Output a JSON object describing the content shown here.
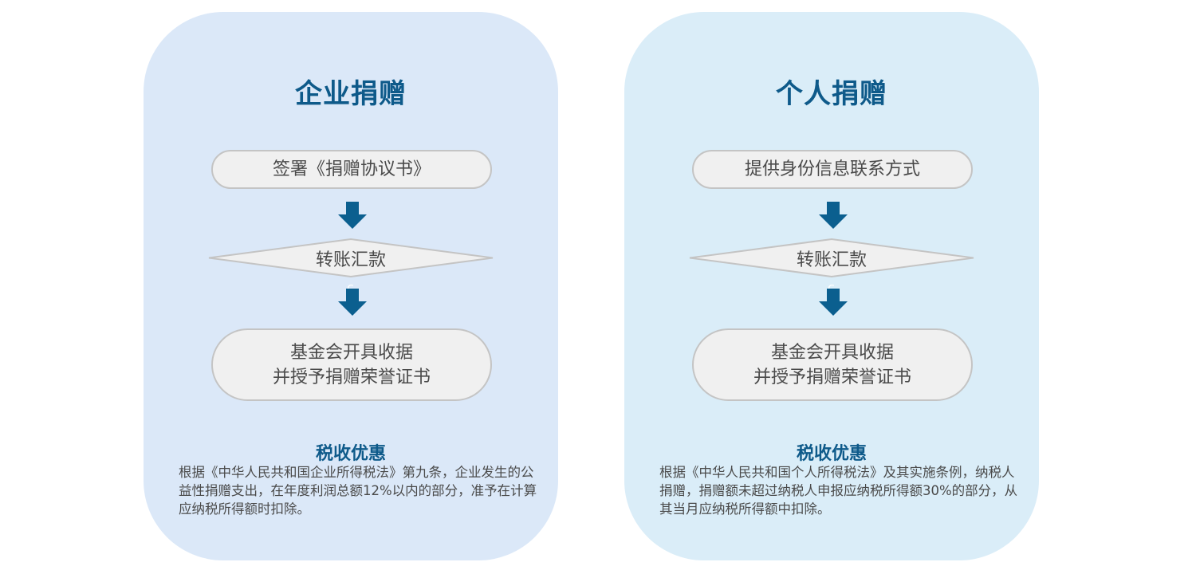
{
  "panels": {
    "corporate": {
      "title": "企业捐赠",
      "step1": "签署《捐赠协议书》",
      "step2": "转账汇款",
      "step3_line1": "基金会开具收据",
      "step3_line2": "并授予捐赠荣誉证书",
      "tax_title": "税收优惠",
      "tax_body": "根据《中华人民共和国企业所得税法》第九条，企业发生的公益性捐赠支出，在年度利润总额12%以内的部分，准予在计算应纳税所得额时扣除。"
    },
    "individual": {
      "title": "个人捐赠",
      "step1": "提供身份信息联系方式",
      "step2": "转账汇款",
      "step3_line1": "基金会开具收据",
      "step3_line2": "并授予捐赠荣誉证书",
      "tax_title": "税收优惠",
      "tax_body": "根据《中华人民共和国个人所得税法》及其实施条例，纳税人捐赠，捐赠额未超过纳税人申报应纳税所得额30%的部分，从其当月应纳税所得额中扣除。"
    }
  },
  "colors": {
    "title": "#0e5a8a",
    "arrow": "#0b5f8f",
    "left_panel": "#dbe8f8",
    "right_panel": "#daedf8",
    "node_fill": "#f0f0f0",
    "node_border": "#c4c4c4"
  }
}
